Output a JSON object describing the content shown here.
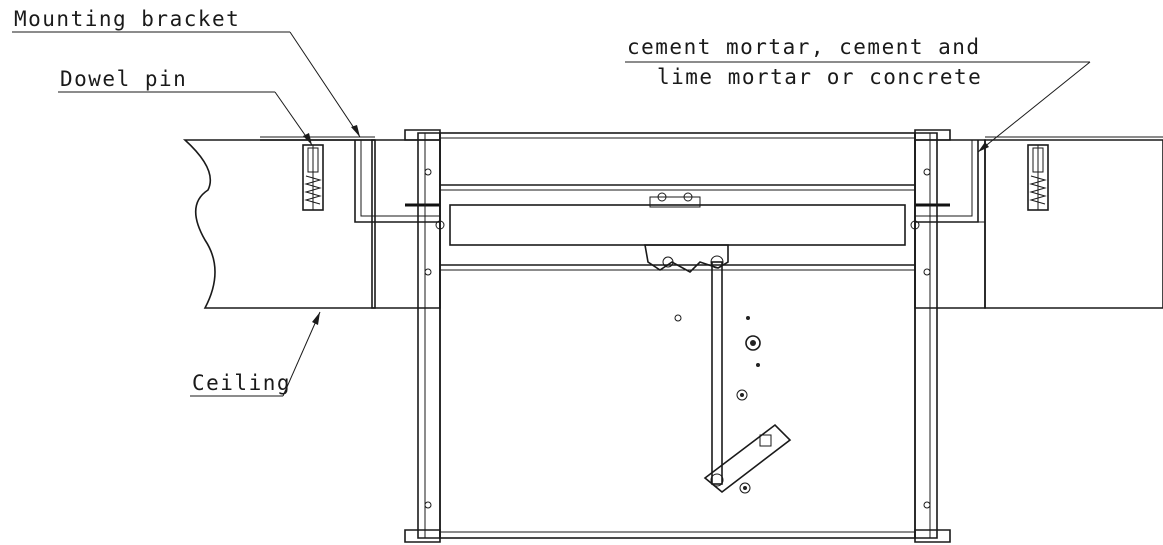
{
  "labels": {
    "mounting_bracket": "Mounting bracket",
    "dowel_pin": "Dowel pin",
    "mortar_line1": "cement mortar, cement and",
    "mortar_line2": "lime mortar or concrete",
    "ceiling": "Ceiling"
  }
}
